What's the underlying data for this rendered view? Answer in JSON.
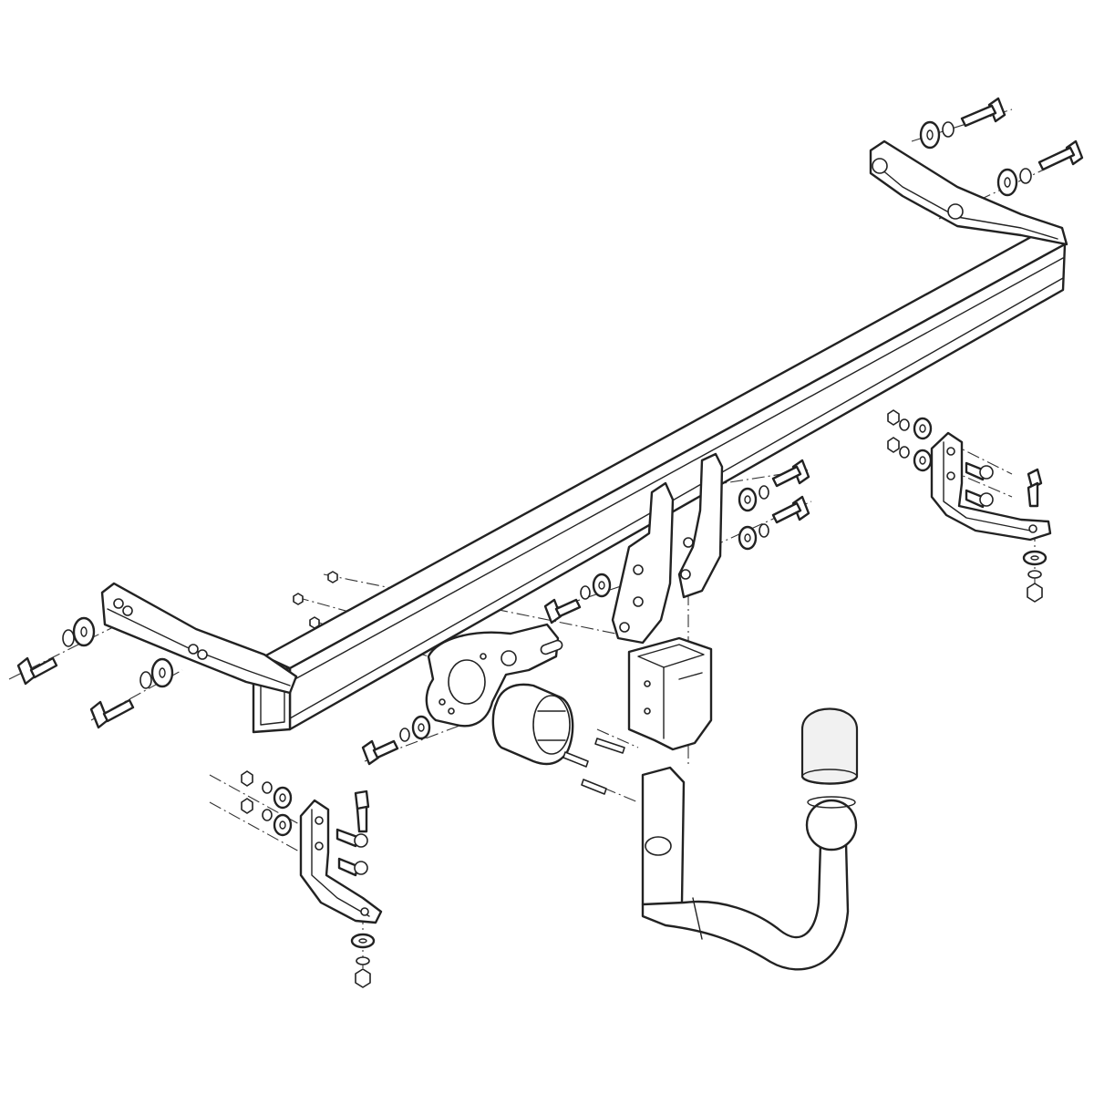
{
  "figure": {
    "kind": "exploded-assembly-drawing",
    "subject": "towbar"
  },
  "colors": {
    "line": "#222222",
    "background": "#ffffff",
    "shade": "#f1f1f1"
  },
  "parts": [
    "main-crossbar",
    "left-end-plate",
    "right-end-plate",
    "left-side-bracket",
    "right-side-bracket",
    "receiver-tab-left",
    "receiver-tab-right",
    "socket-mounting-plate",
    "electrical-socket",
    "receiver-housing",
    "detachable-tow-ball-arm",
    "tow-ball-cap",
    "bolts",
    "washers",
    "spring-washers",
    "nuts"
  ]
}
